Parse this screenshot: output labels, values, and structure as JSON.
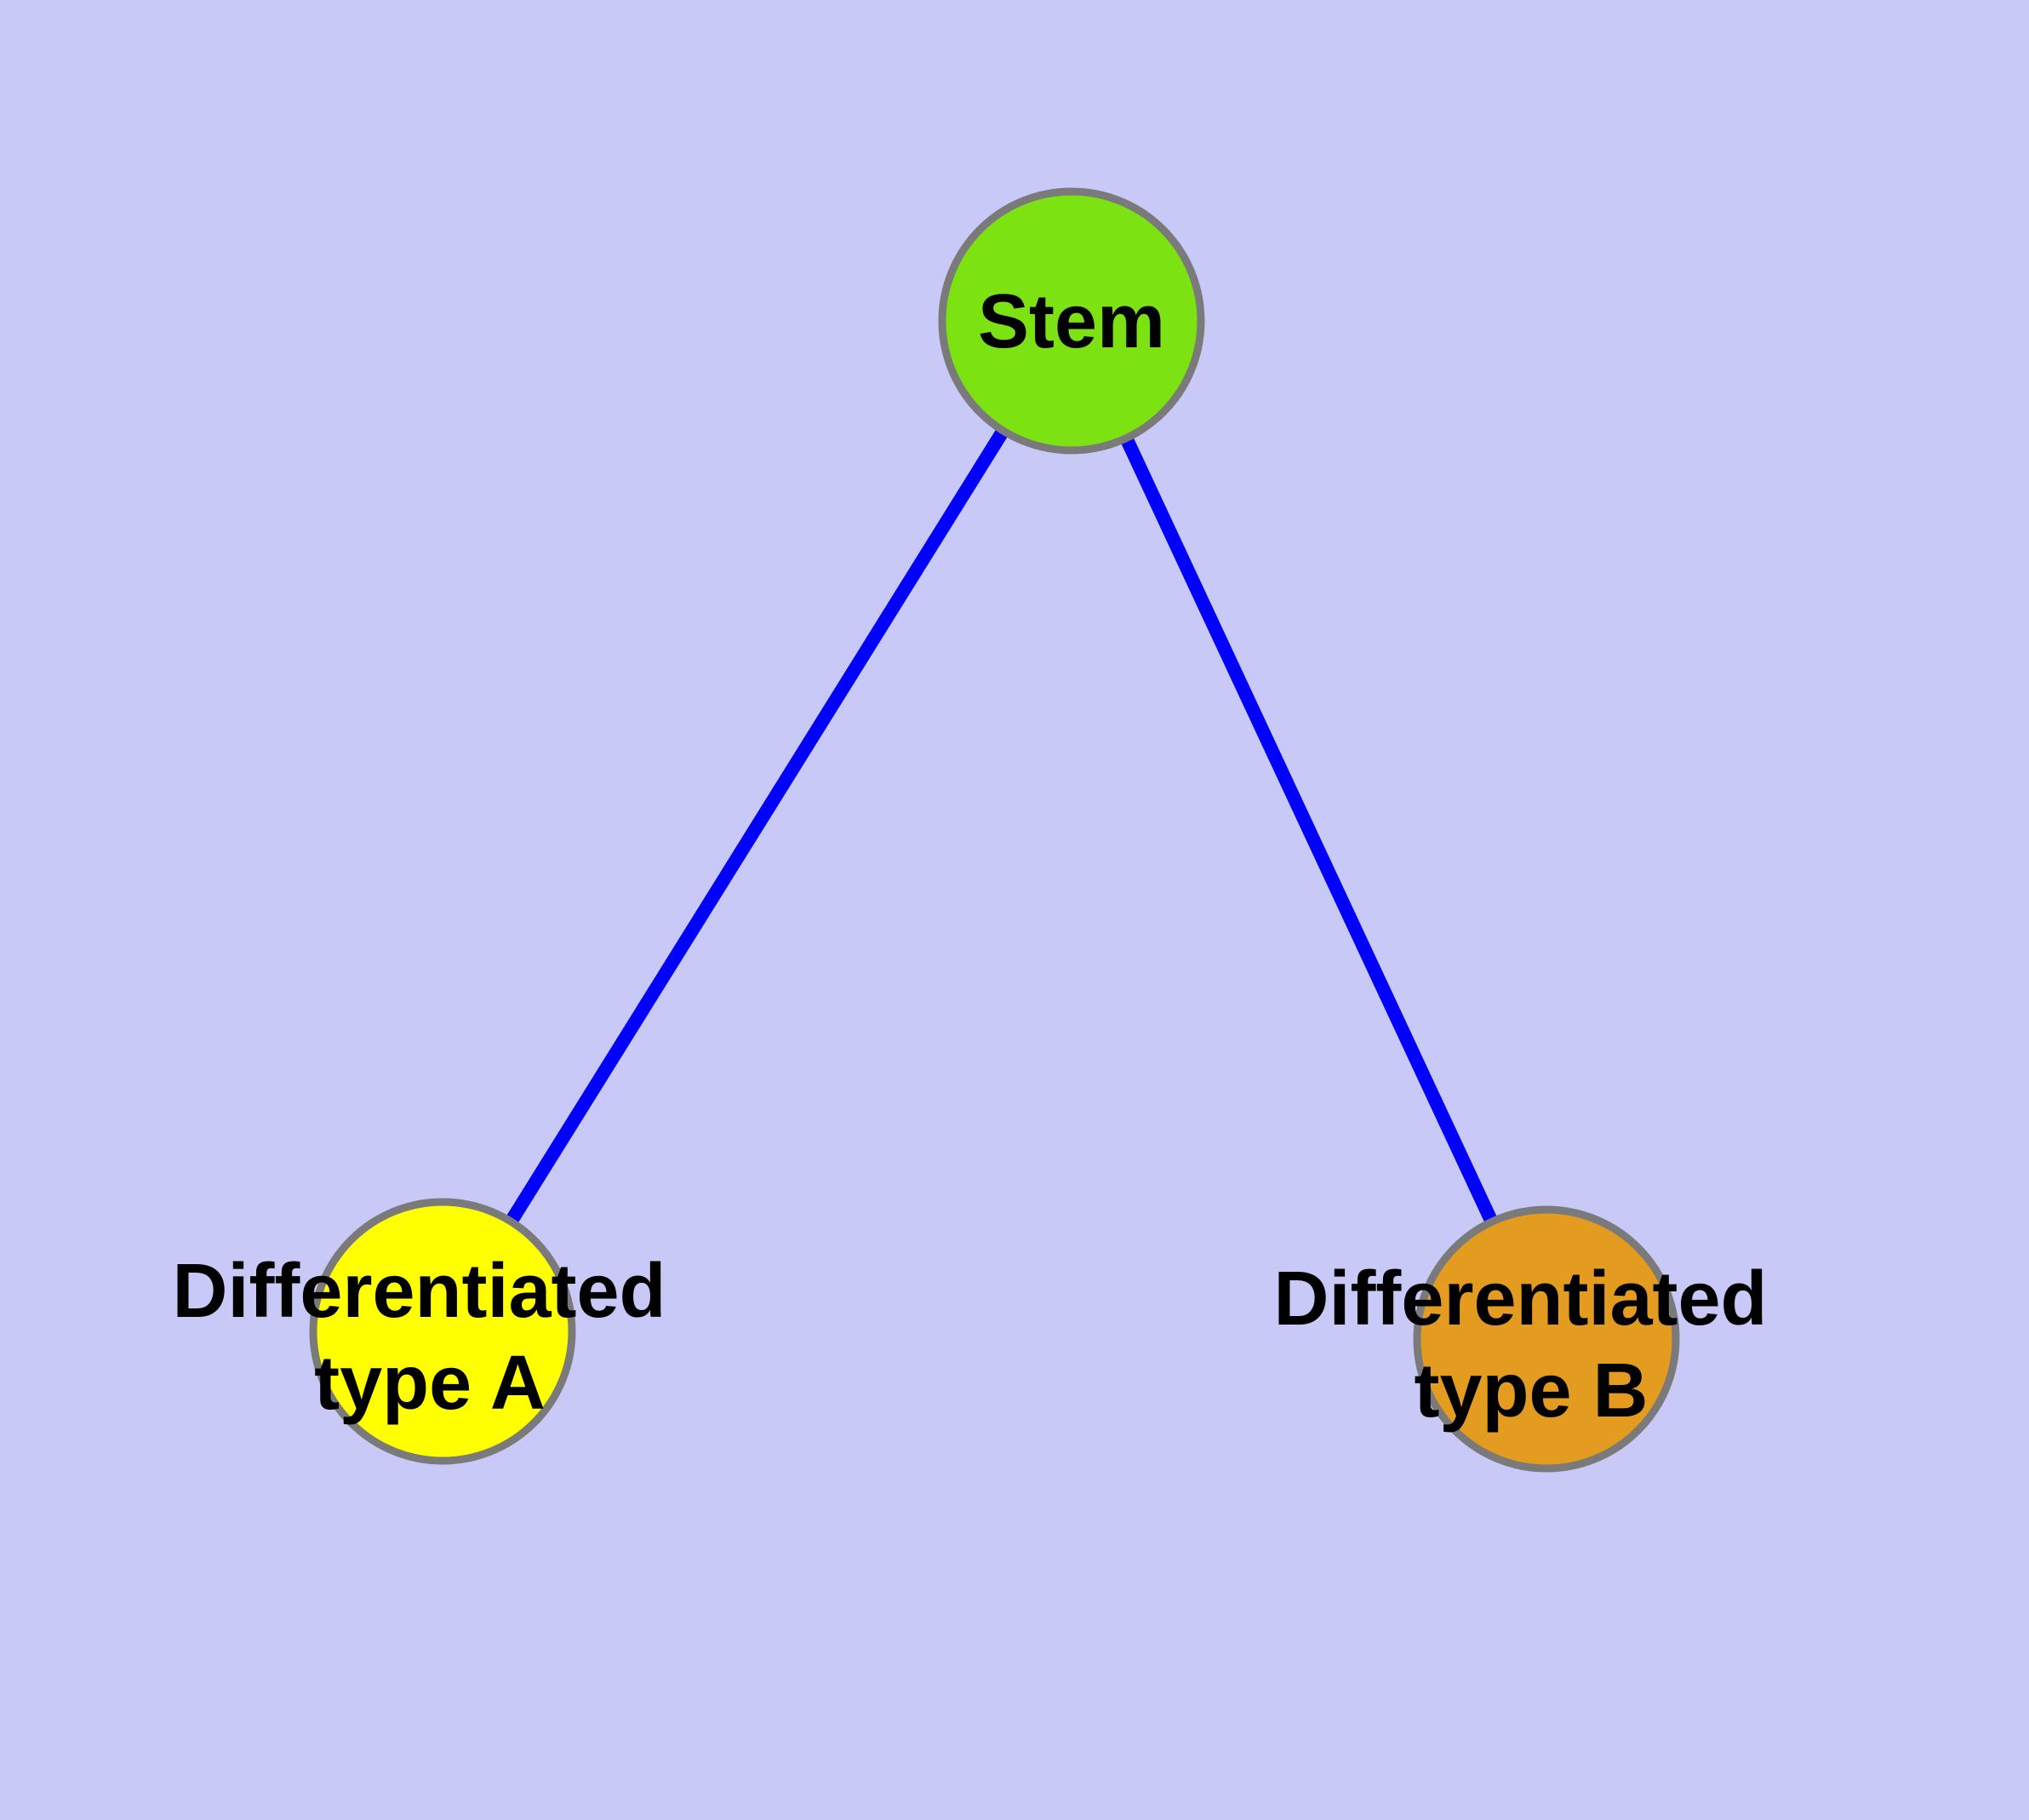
{
  "diagram": {
    "type": "graph",
    "background_color": "#c9c9f8",
    "edge_color": "#0202fa",
    "edge_width": "16",
    "node_border_color": "#7a7a7a",
    "node_border_width": "9",
    "text_color": "#000000",
    "nodes": [
      {
        "id": "stem",
        "label": "Stem",
        "fill": "#7de212"
      },
      {
        "id": "differentiated-type-a",
        "label_line1": "Differentiated",
        "label_line2": "type A",
        "fill": "#ffff00"
      },
      {
        "id": "differentiated-type-b",
        "label_line1": "Differentiated",
        "label_line2": "type B",
        "fill": "#e39c20"
      }
    ],
    "edges": [
      {
        "from": "Stem",
        "to": "Differentiated type A"
      },
      {
        "from": "Stem",
        "to": "Differentiated type B"
      }
    ]
  }
}
